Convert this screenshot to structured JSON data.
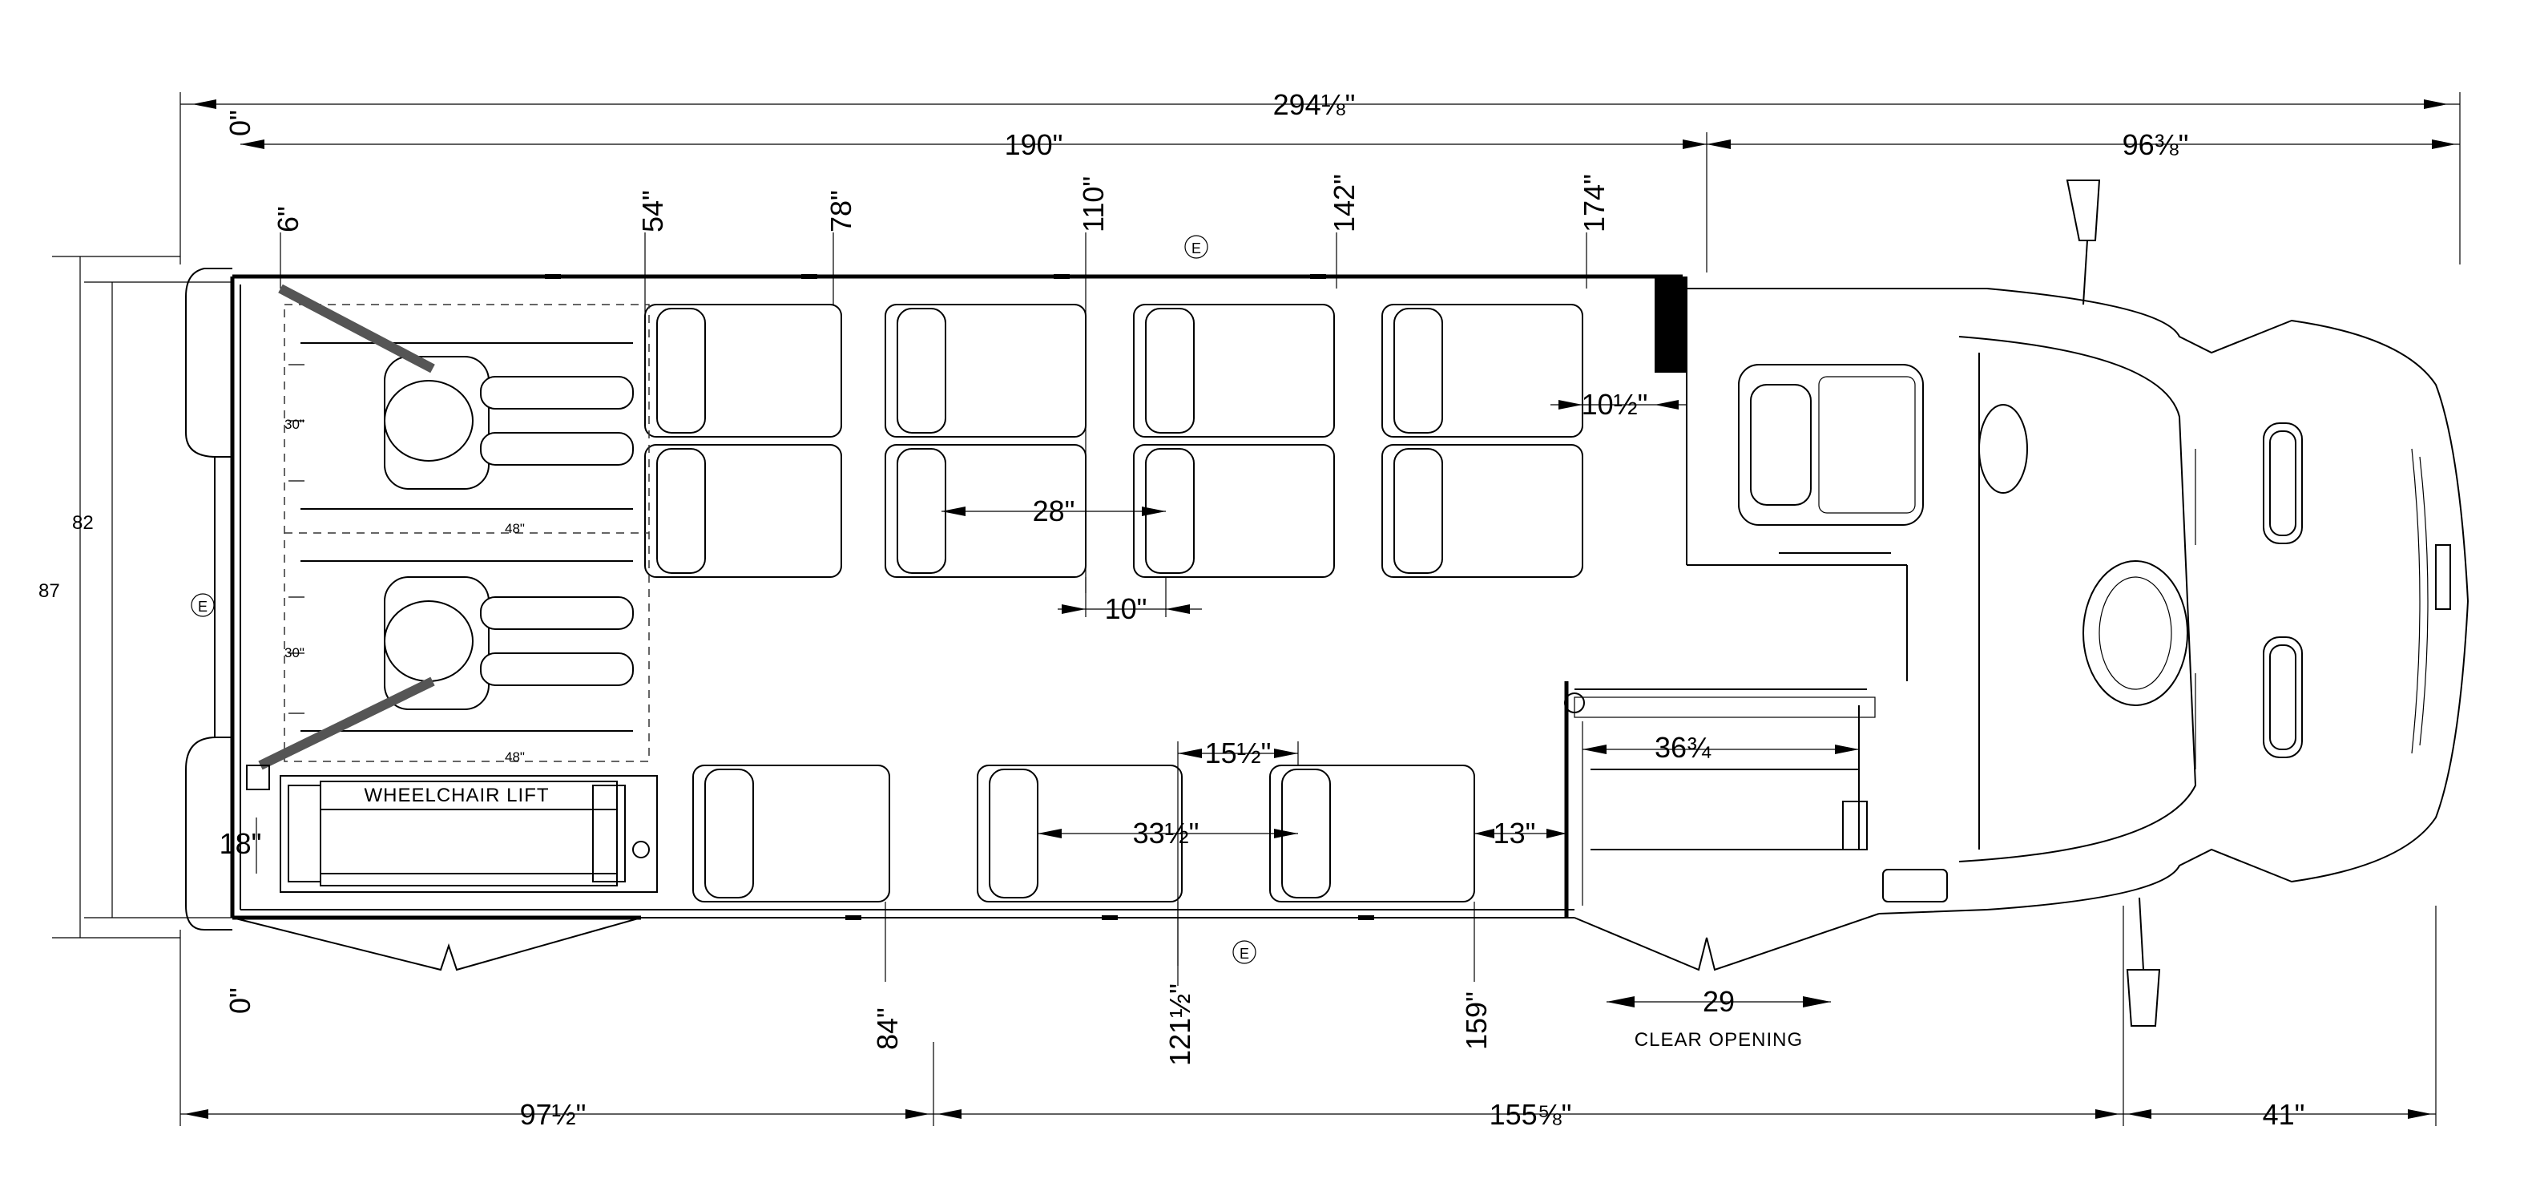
{
  "diagram": {
    "overall_dims": {
      "total_length": "294⅛\"",
      "body_length": "190\"",
      "cab_length": "96⅜\"",
      "zero_top": "0\"",
      "zero_bottom": "0\"",
      "rear_overhang": "97½\"",
      "wheelbase": "155⅝\"",
      "front_overhang": "41\""
    },
    "width_dims": {
      "outer_width": "87",
      "inner_width": "82"
    },
    "station_dims": {
      "s6": "6\"",
      "s54": "54\"",
      "s78": "78\"",
      "s110": "110\"",
      "s142": "142\"",
      "s174": "174\"",
      "s84": "84\"",
      "s121": "121½\"",
      "s159": "159\""
    },
    "interior_dims": {
      "aisle_front": "10½\"",
      "seat_pitch": "28\"",
      "seat_gap": "10\"",
      "door_width": "36¾",
      "seat_gap_right": "15½\"",
      "seat_pitch_right": "33½\"",
      "step_gap": "13\"",
      "lift_offset": "18\"",
      "wc_depth_top": "30\"",
      "wc_depth_bottom": "30\"",
      "wc_len_top": "48\"",
      "wc_len_bottom": "48\"",
      "clear_opening_value": "29",
      "clear_opening_label": "CLEAR OPENING"
    },
    "labels": {
      "wheelchair_lift": "WHEELCHAIR LIFT",
      "emergency_exit": "E"
    }
  }
}
